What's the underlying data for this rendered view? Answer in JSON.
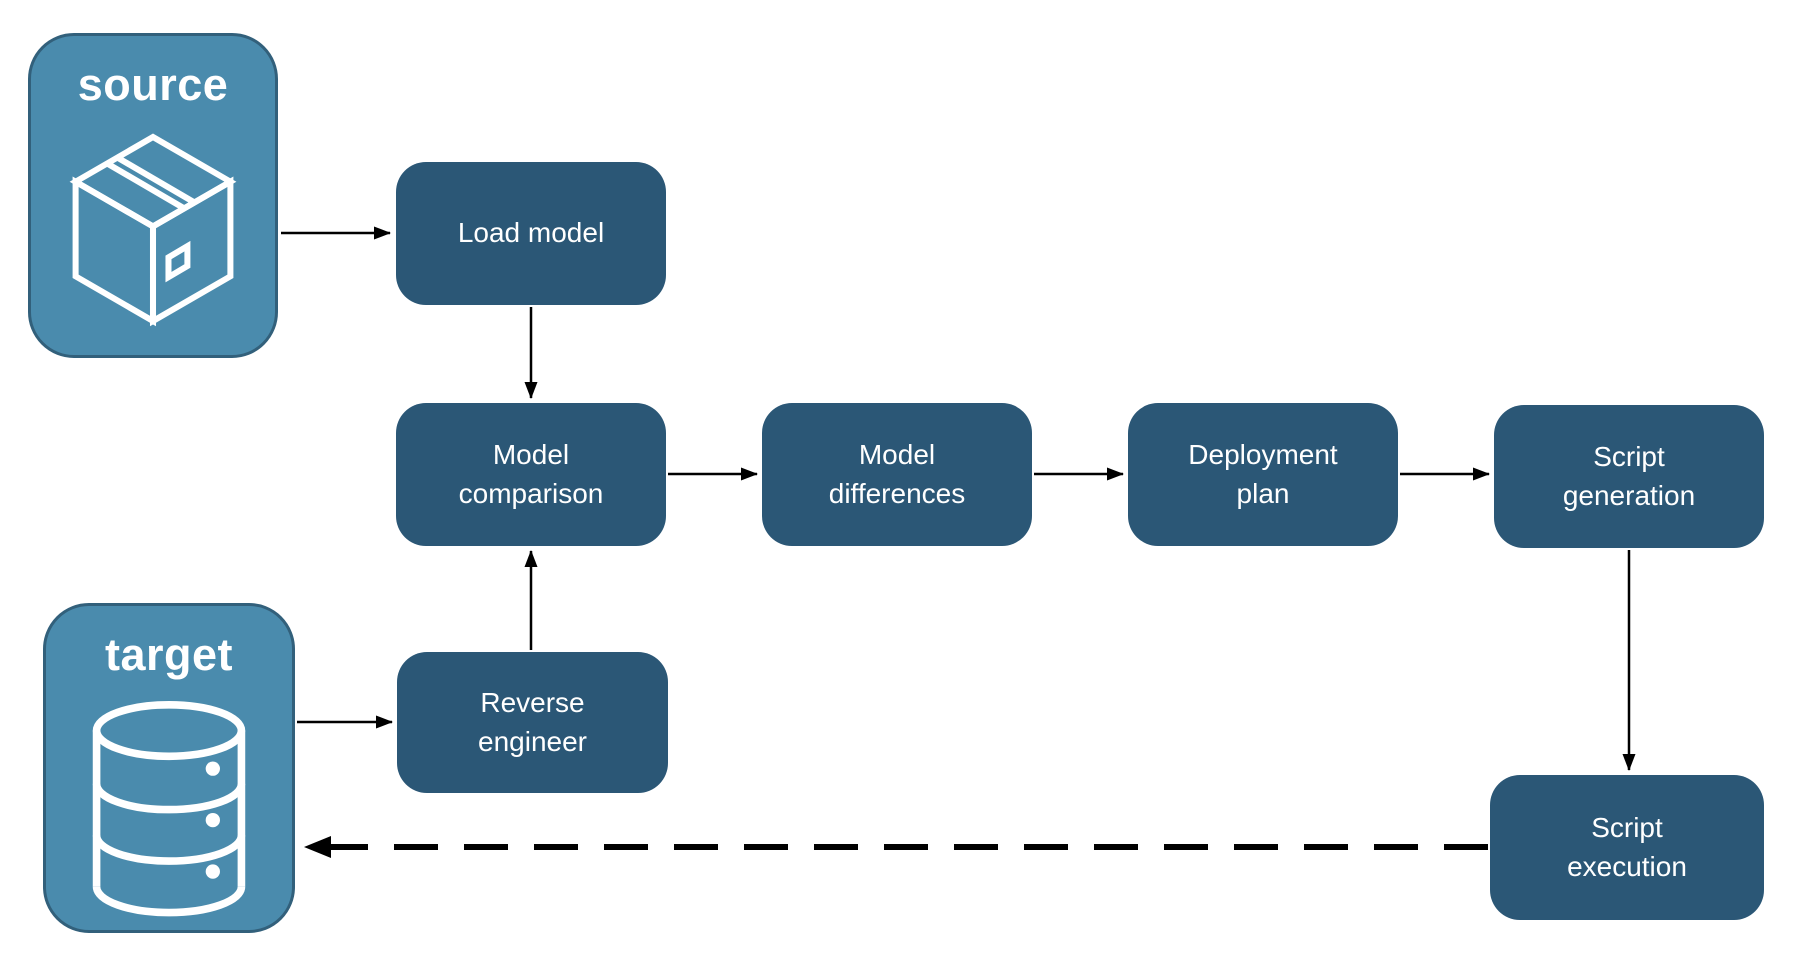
{
  "containers": {
    "source": {
      "label": "source",
      "icon": "package-icon"
    },
    "target": {
      "label": "target",
      "icon": "database-icon"
    }
  },
  "nodes": {
    "load_model": {
      "label": "Load model"
    },
    "model_comparison": {
      "label": "Model\ncomparison"
    },
    "model_differences": {
      "label": "Model\ndifferences"
    },
    "deployment_plan": {
      "label": "Deployment\nplan"
    },
    "script_generation": {
      "label": "Script\ngeneration"
    },
    "reverse_engineer": {
      "label": "Reverse\nengineer"
    },
    "script_execution": {
      "label": "Script\nexecution"
    }
  },
  "edges": [
    {
      "from": "source",
      "to": "load_model",
      "style": "solid"
    },
    {
      "from": "load_model",
      "to": "model_comparison",
      "style": "solid"
    },
    {
      "from": "model_comparison",
      "to": "model_differences",
      "style": "solid"
    },
    {
      "from": "model_differences",
      "to": "deployment_plan",
      "style": "solid"
    },
    {
      "from": "deployment_plan",
      "to": "script_generation",
      "style": "solid"
    },
    {
      "from": "script_generation",
      "to": "script_execution",
      "style": "solid"
    },
    {
      "from": "target",
      "to": "reverse_engineer",
      "style": "solid"
    },
    {
      "from": "reverse_engineer",
      "to": "model_comparison",
      "style": "solid"
    },
    {
      "from": "script_execution",
      "to": "target",
      "style": "dashed"
    }
  ],
  "colors": {
    "node_fill": "#2B5776",
    "container_fill": "#4A8BAD",
    "container_border": "#32607B",
    "arrow": "#000000",
    "text": "#FFFFFF",
    "background": "#FFFFFF"
  }
}
